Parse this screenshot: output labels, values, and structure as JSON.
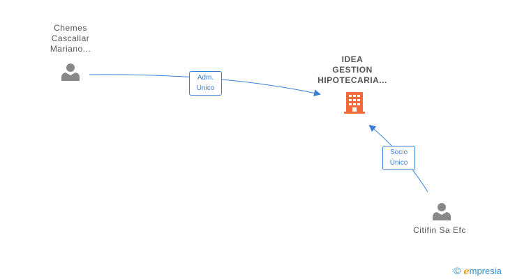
{
  "nodes": {
    "person_top_left": {
      "label_lines": [
        "Chemes",
        "Cascallar",
        "Mariano..."
      ],
      "icon": "person-icon"
    },
    "company": {
      "label_lines": [
        "IDEA",
        "GESTION",
        "HIPOTECARIA..."
      ],
      "icon": "building-icon"
    },
    "person_bottom_right": {
      "label_lines": [
        "Citifin Sa Efc"
      ],
      "icon": "person-icon"
    }
  },
  "edges": {
    "adm_unico": {
      "line1": "Adm.",
      "line2": "Unico"
    },
    "socio_unico": {
      "line1": "Socio",
      "line2": "Único"
    }
  },
  "colors": {
    "person": "#888888",
    "building": "#f26b38",
    "edge": "#3a7fd5",
    "text": "#555555"
  },
  "brand": {
    "copyright": "©",
    "e": "ℯ",
    "name": "mpresia"
  }
}
